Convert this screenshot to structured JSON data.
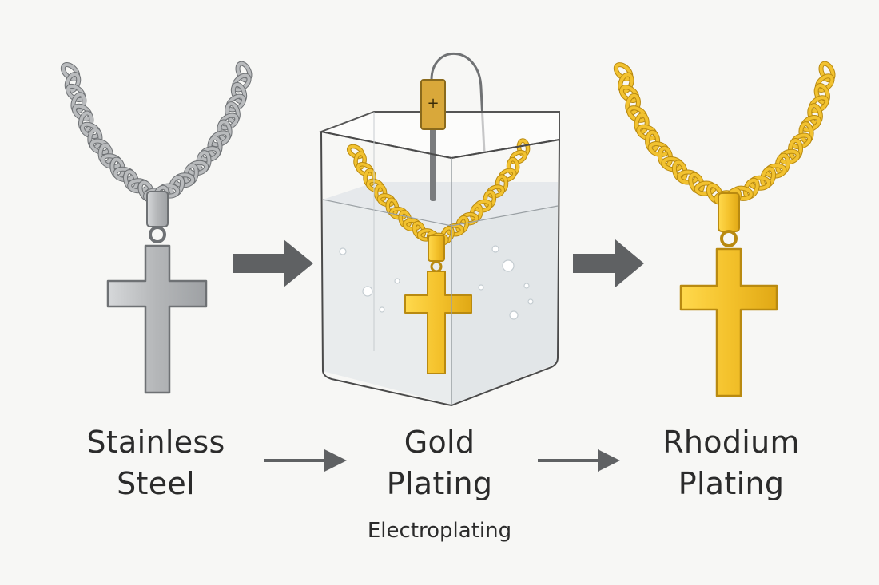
{
  "colors": {
    "background": "#f7f7f5",
    "steel": "#b9bbbd",
    "steel_dark": "#6e7174",
    "gold": "#f2c230",
    "gold_dark": "#b98a10",
    "arrow": "#5f6163",
    "text": "#2b2b2b"
  },
  "stages": [
    {
      "line1": "Stainless",
      "line2": "Steel"
    },
    {
      "line1": "Gold",
      "line2": "Plating",
      "caption": "Electroplating"
    },
    {
      "line1": "Rhodium",
      "line2": "Plating"
    }
  ],
  "electrode_symbol": "+"
}
